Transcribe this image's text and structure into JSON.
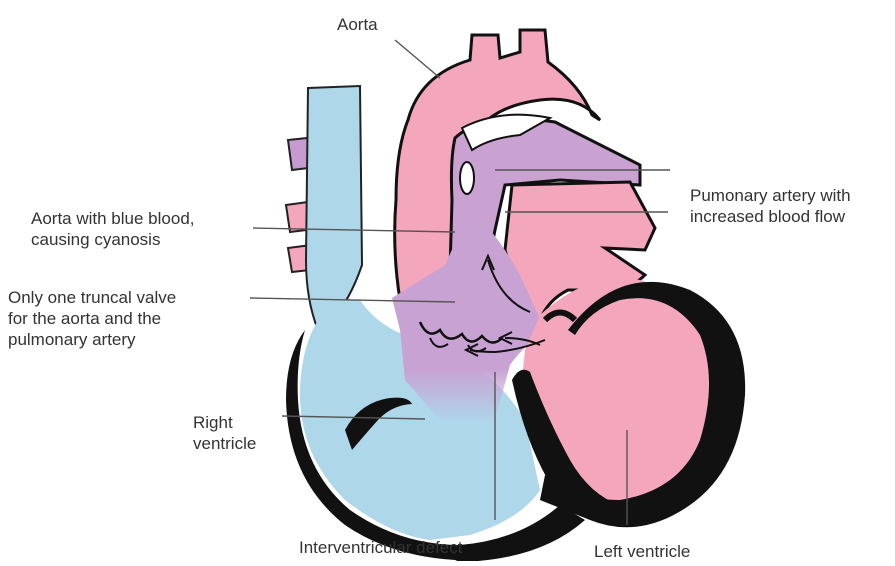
{
  "labels": {
    "aorta": "Aorta",
    "pulmonary_artery": [
      "Pumonary artery with",
      "increased blood flow"
    ],
    "blue_aorta": [
      "Aorta with blue blood,",
      "causing cyanosis"
    ],
    "truncal_valve": [
      "Only one truncal valve",
      "for the aorta and the",
      "pulmonary artery"
    ],
    "right_ventricle": [
      "Right",
      "ventricle"
    ],
    "interventricular_defect": "Interventricular defect",
    "left_ventricle": "Left ventricle"
  },
  "colors": {
    "oxygenated": "#F4A6BC",
    "deoxygenated": "#AFD7EA",
    "mixed": "#C9A2D2",
    "outline": "#111111",
    "leader_line": "#555555"
  }
}
